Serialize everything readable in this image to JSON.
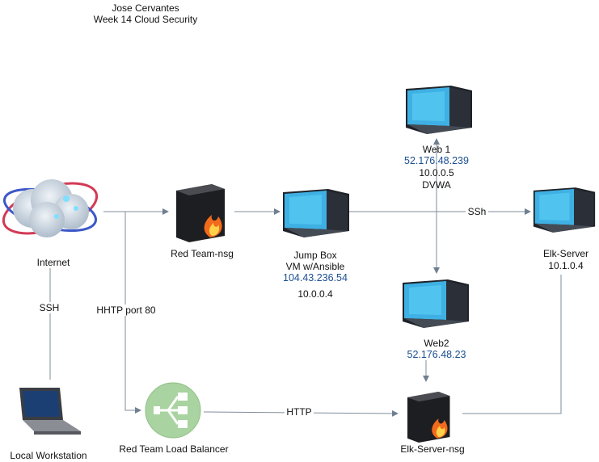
{
  "header": {
    "author": "Jose Cervantes",
    "subtitle": "Week 14 Cloud Security"
  },
  "nodes": {
    "internet": {
      "label": "Internet"
    },
    "workstation": {
      "label": "Local Workstation"
    },
    "red_nsg": {
      "label": "Red Team-nsg"
    },
    "jumpbox": {
      "line1": "Jump Box",
      "line2": "VM w/Ansible",
      "ip_public": "104.43.236.54",
      "ip_private": "10.0.0.4"
    },
    "web1": {
      "label": "Web 1",
      "ip_public": "52.176.48.239",
      "ip_private": "10.0.0.5",
      "app": "DVWA"
    },
    "web2": {
      "label": "Web2",
      "ip_public": "52.176.48.23"
    },
    "elk_server": {
      "label": "Elk-Server",
      "ip_private": "10.1.0.4"
    },
    "elk_nsg": {
      "label": "Elk-Server-nsg"
    },
    "load_balancer": {
      "label": "Red Team Load Balancer"
    }
  },
  "edges": {
    "ssh_internet": "SSH",
    "http_port80": "HHTP port 80",
    "ssh_elk": "SSh",
    "http_lb": "HTTP"
  },
  "colors": {
    "ip_text": "#1b4f91",
    "line": "#7f8c9a",
    "lb_fill": "#a9d3a0",
    "fire": "#f26a1b"
  }
}
